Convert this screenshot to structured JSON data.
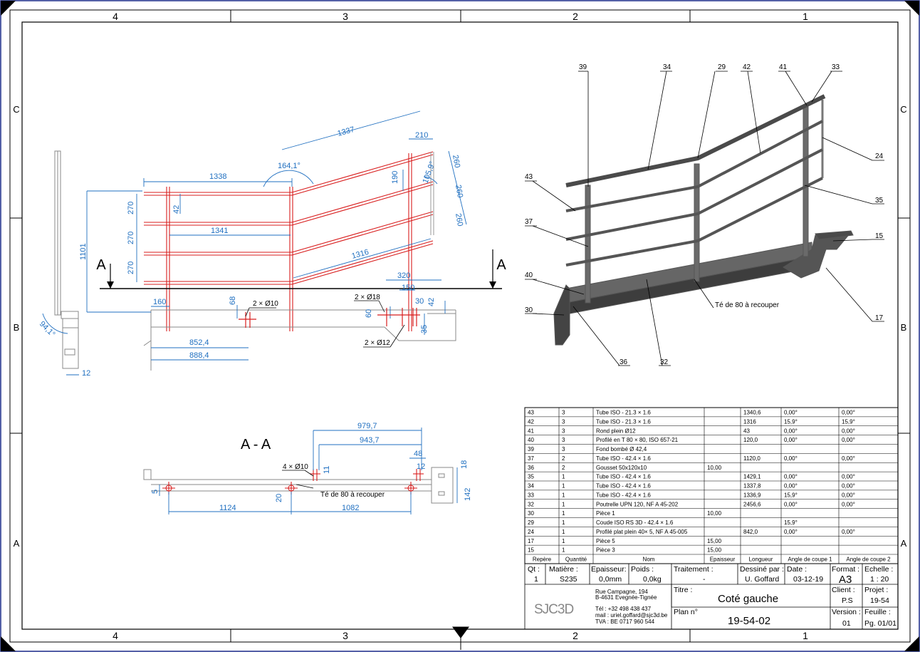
{
  "frame": {
    "columns": [
      "4",
      "3",
      "2",
      "1"
    ],
    "rows": [
      "C",
      "B",
      "A"
    ]
  },
  "front_view": {
    "dims": [
      "1337",
      "210",
      "1338",
      "164,1°",
      "190",
      "105,9°",
      "260",
      "260",
      "260",
      "42",
      "270",
      "270",
      "270",
      "1341",
      "1101",
      "1316",
      "320",
      "150",
      "30",
      "42",
      "60",
      "35",
      "160",
      "68",
      "852,4",
      "888,4",
      "94,1°",
      "12"
    ],
    "holes": [
      "2 × Ø10",
      "2 × Ø18",
      "2 × Ø12"
    ],
    "section_mark": "A"
  },
  "iso_view": {
    "balloons": [
      "39",
      "34",
      "29",
      "42",
      "41",
      "33",
      "43",
      "24",
      "35",
      "37",
      "15",
      "40",
      "30",
      "17",
      "36",
      "32"
    ],
    "note": "Té de 80 à recouper"
  },
  "section_view": {
    "title": "A - A",
    "dims": [
      "979,7",
      "943,7",
      "48",
      "12",
      "18",
      "142",
      "5",
      "20",
      "11",
      "1124",
      "1082"
    ],
    "holes": [
      "4 × Ø10"
    ],
    "note": "Té de 80 à recouper"
  },
  "bom": {
    "headers": [
      "Repère",
      "Quantité",
      "Nom",
      "Epaisseur",
      "Longueur",
      "Angle de coupe 1",
      "Angle de coupe 2"
    ],
    "rows": [
      [
        "43",
        "3",
        "Tube ISO - 21.3 × 1.6",
        "",
        "1340,6",
        "0,00°",
        "0,00°"
      ],
      [
        "42",
        "3",
        "Tube ISO - 21.3 × 1.6",
        "",
        "1316",
        "15,9°",
        "15,9°"
      ],
      [
        "41",
        "3",
        "Rond plein Ø12",
        "",
        "43",
        "0,00°",
        "0,00°"
      ],
      [
        "40",
        "3",
        "Profilé en T 80 × 80, ISO 657-21",
        "",
        "120,0",
        "0,00°",
        "0,00°"
      ],
      [
        "39",
        "3",
        "Fond bombé Ø 42,4",
        "",
        "",
        "",
        ""
      ],
      [
        "37",
        "2",
        "Tube ISO - 42.4 × 1.6",
        "",
        "1120,0",
        "0,00°",
        "0,00°"
      ],
      [
        "36",
        "2",
        "Gousset 50x120x10",
        "10,00",
        "",
        "",
        ""
      ],
      [
        "35",
        "1",
        "Tube ISO - 42.4 × 1.6",
        "",
        "1429,1",
        "0,00°",
        "0,00°"
      ],
      [
        "34",
        "1",
        "Tube ISO - 42.4 × 1.6",
        "",
        "1337,8",
        "0,00°",
        "0,00°"
      ],
      [
        "33",
        "1",
        "Tube ISO - 42.4 × 1.6",
        "",
        "1336,9",
        "15,9°",
        "0,00°"
      ],
      [
        "32",
        "1",
        "Poutrelle UPN 120, NF A 45-202",
        "",
        "2456,6",
        "0,00°",
        "0,00°"
      ],
      [
        "30",
        "1",
        "Pièce 1",
        "10,00",
        "",
        "",
        ""
      ],
      [
        "29",
        "1",
        "Coude ISO RS 3D - 42.4 × 1.6",
        "",
        "",
        "15,9°",
        ""
      ],
      [
        "24",
        "1",
        "Profilé plat plein 40× 5, NF A 45-005",
        "",
        "842,0",
        "0,00°",
        "0,00°"
      ],
      [
        "17",
        "1",
        "Pièce 5",
        "15,00",
        "",
        "",
        ""
      ],
      [
        "15",
        "1",
        "Pièce 3",
        "15,00",
        "",
        "",
        ""
      ]
    ]
  },
  "title_block": {
    "qt_label": "Qt :",
    "qt": "1",
    "matiere_label": "Matière :",
    "matiere": "S235",
    "epaisseur_label": "Epaisseur:",
    "epaisseur": "0,0mm",
    "poids_label": "Poids :",
    "poids": "0,0kg",
    "traitement_label": "Traitement :",
    "traitement": "-",
    "dessine_label": "Dessiné par :",
    "dessine": "U. Goffard",
    "date_label": "Date :",
    "date": "03-12-19",
    "format_label": "Format :",
    "format": "A3",
    "echelle_label": "Echelle :",
    "echelle": "1 : 20",
    "address": [
      "Rue Campagne, 194",
      "B-4631 Evegnée-Tignée",
      "",
      "Tél : +32 498 438 437",
      "mail : uriel.goffard@sjc3d.be",
      "TVA : BE 0717 960 544"
    ],
    "logo": "SJC3D",
    "titre_label": "Titre :",
    "titre": "Coté gauche",
    "client_label": "Client :",
    "client": "P.S",
    "projet_label": "Projet :",
    "projet": "19-54",
    "plan_label": "Plan n°",
    "plan": "19-54-02",
    "version_label": "Version :",
    "version": "01",
    "feuille_label": "Feuille :",
    "feuille": "Pg. 01/01"
  }
}
